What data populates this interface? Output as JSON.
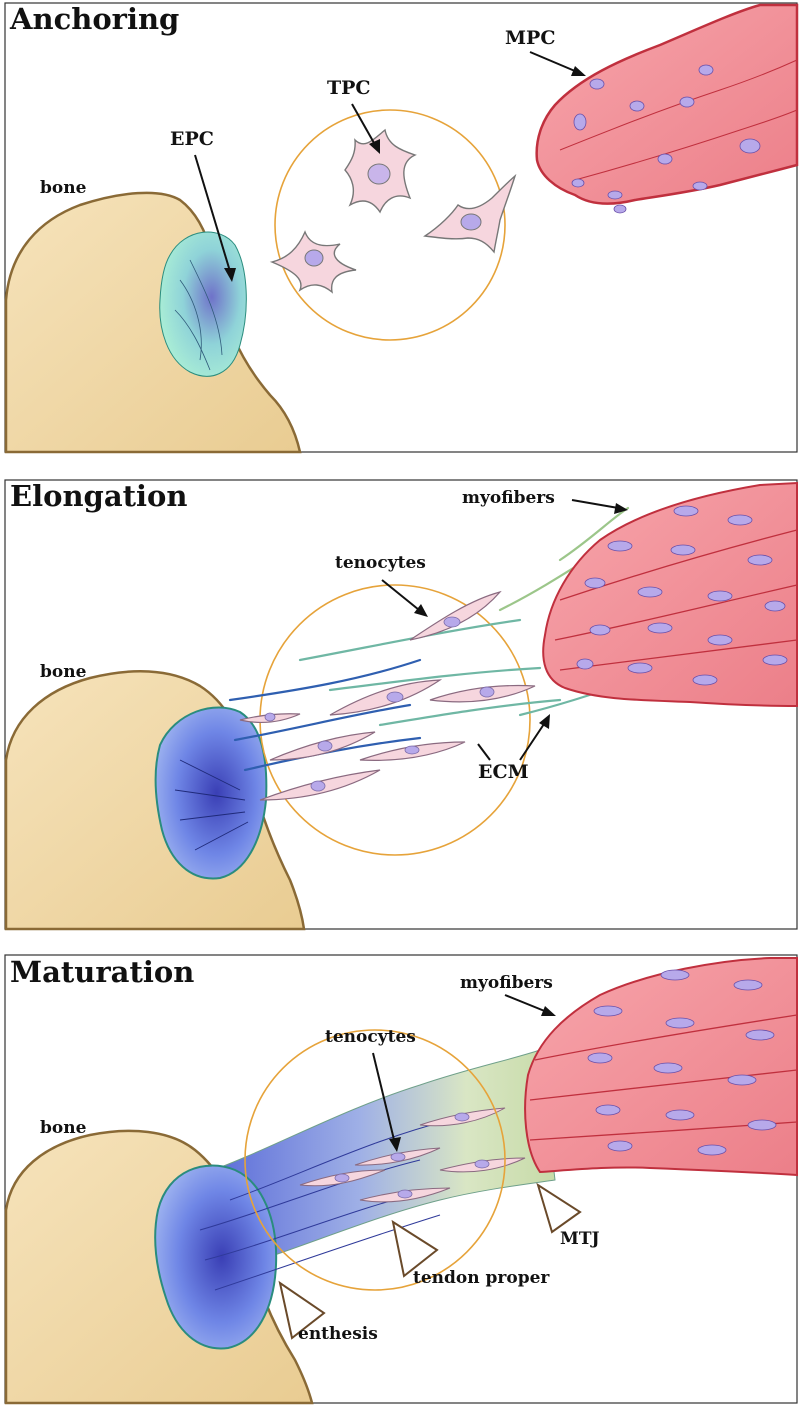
{
  "panels": {
    "anchoring": {
      "title": "Anchoring",
      "labels": {
        "bone": "bone",
        "epc": "EPC",
        "tpc": "TPC",
        "mpc": "MPC"
      }
    },
    "elongation": {
      "title": "Elongation",
      "labels": {
        "bone": "bone",
        "tenocytes": "tenocytes",
        "myofibers": "myofibers",
        "ecm": "ECM"
      }
    },
    "maturation": {
      "title": "Maturation",
      "labels": {
        "bone": "bone",
        "tenocytes": "tenocytes",
        "myofibers": "myofibers",
        "mtj": "MTJ",
        "tendon_proper": "tendon proper",
        "enthesis": "enthesis"
      }
    }
  },
  "colors": {
    "bone": "#f1d9a8",
    "bone_outline": "#8a6a36",
    "progenitor_green": "#8fe0cf",
    "enthesis_blue": "#6f86e6",
    "muscle": "#f08e96",
    "muscle_outline": "#c0303e",
    "nucleus": "#b7a9ea",
    "cell": "#f6d6de",
    "ring": "#e6a33a",
    "ecm": "#cfe3b8"
  }
}
